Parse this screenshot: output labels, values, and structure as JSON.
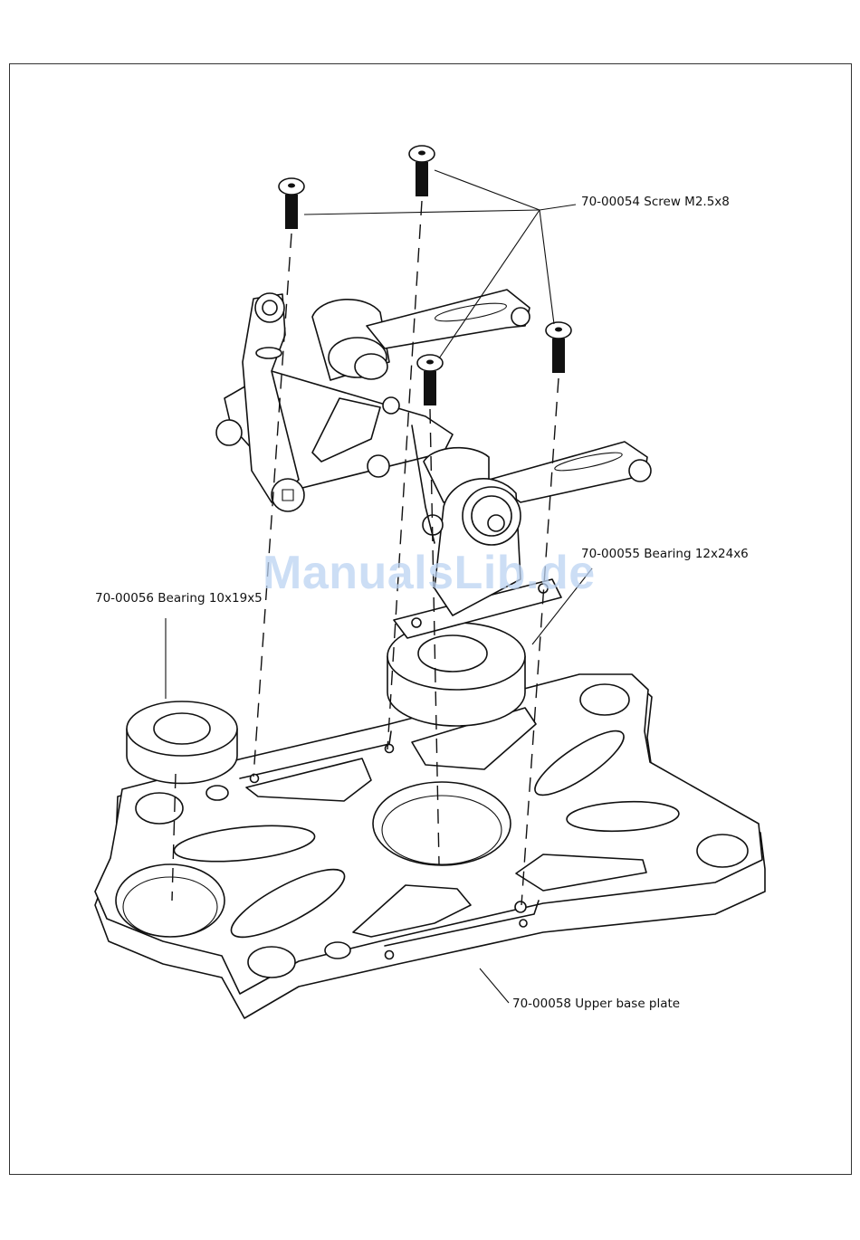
{
  "labels": {
    "screw": "70-00054 Screw M2.5x8",
    "bearing_large": "70-00055 Bearing 12x24x6",
    "bearing_small": "70-00056 Bearing 10x19x5",
    "base_plate": "70-00058 Upper base plate"
  },
  "watermark": "ManualsLib.de"
}
